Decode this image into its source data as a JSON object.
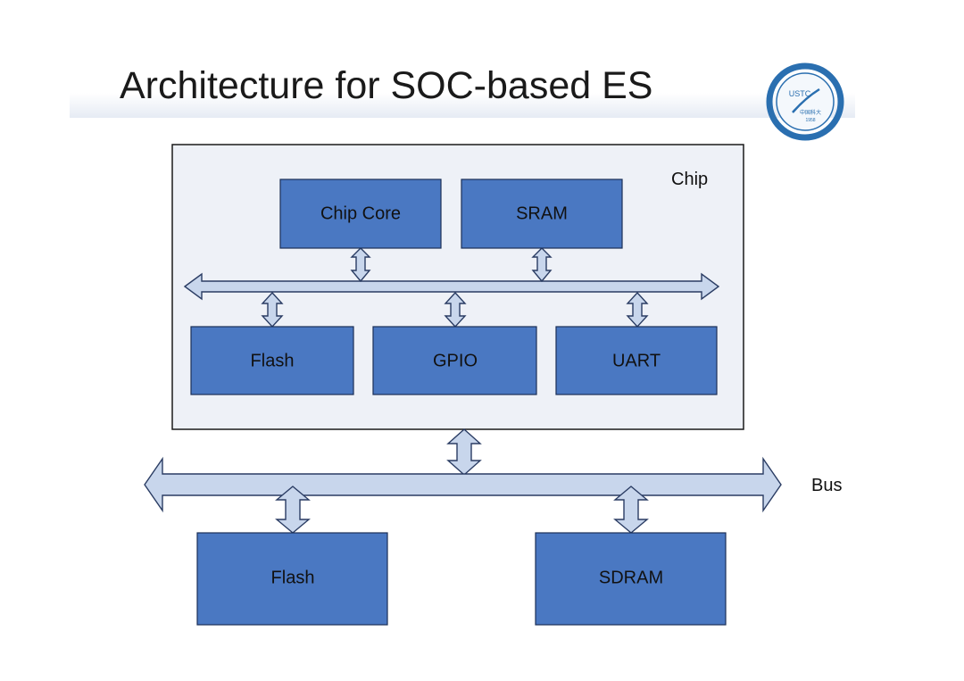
{
  "slide": {
    "title": "Architecture for SOC-based ES"
  },
  "logo": {
    "text_top": "USTC",
    "text_mid": "中国科大",
    "year": "1958",
    "color": "#2a6fb0"
  },
  "diagram": {
    "chip_label": "Chip",
    "bus_label": "Bus",
    "blocks": {
      "chip_core": "Chip Core",
      "sram": "SRAM",
      "flash_internal": "Flash",
      "gpio": "GPIO",
      "uart": "UART",
      "flash_external": "Flash",
      "sdram": "SDRAM"
    },
    "colors": {
      "block_fill": "#4a78c2",
      "chip_fill": "#eef1f7",
      "arrow_fill": "#c8d6ec"
    }
  }
}
